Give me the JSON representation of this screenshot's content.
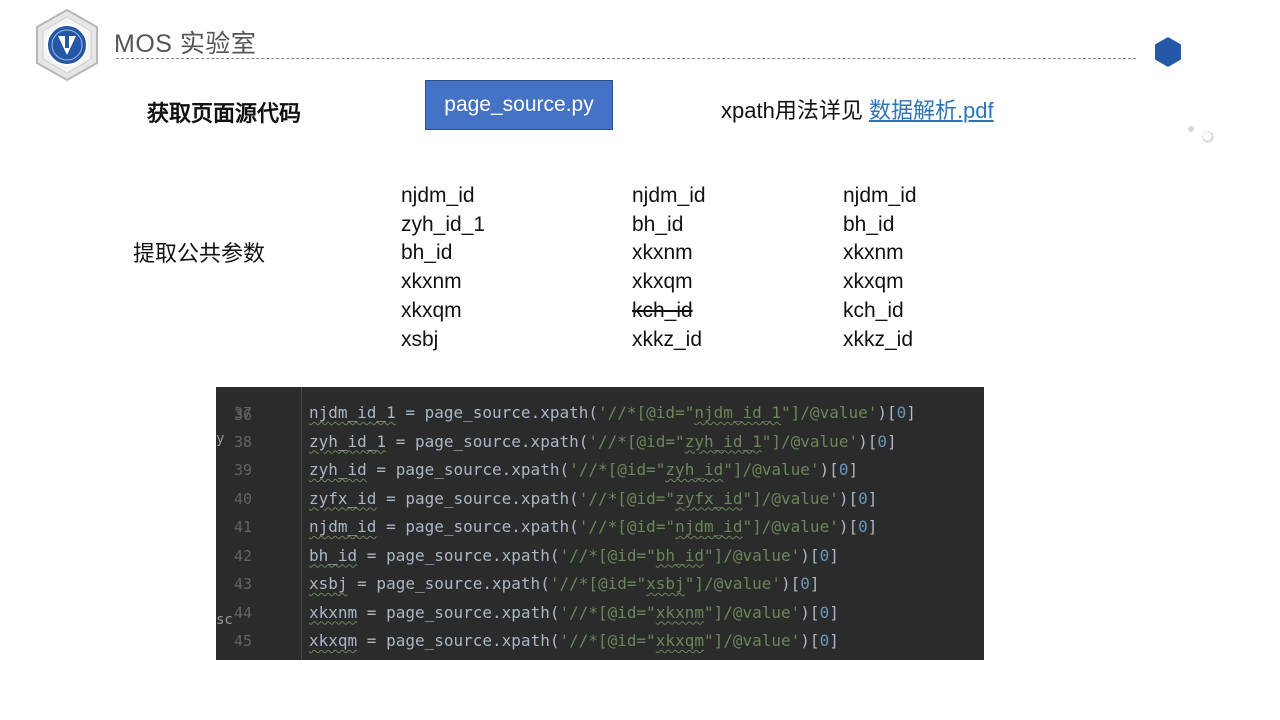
{
  "header": {
    "title": "MOS 实验室"
  },
  "section_get": {
    "label": "获取页面源代码",
    "file_button": "page_source.py",
    "note_prefix": "xpath用法详见 ",
    "note_link": "数据解析.pdf"
  },
  "section_params": {
    "label": "提取公共参数",
    "col1": [
      "njdm_id",
      "zyh_id_1",
      "bh_id",
      "xkxnm",
      "xkxqm",
      "xsbj"
    ],
    "col2": [
      "njdm_id",
      "bh_id",
      "xkxnm",
      "xkxqm",
      "kch_id",
      "xkkz_id"
    ],
    "col2_struck_index": 4,
    "col3": [
      "njdm_id",
      "bh_id",
      "xkxnm",
      "xkxqm",
      "kch_id",
      "xkkz_id"
    ]
  },
  "code": {
    "top_partial_line": "36",
    "lines": [
      {
        "n": "37",
        "var": "njdm_id_1",
        "id": "njdm_id_1"
      },
      {
        "n": "38",
        "var": "zyh_id_1",
        "id": "zyh_id_1"
      },
      {
        "n": "39",
        "var": "zyh_id",
        "id": "zyh_id"
      },
      {
        "n": "40",
        "var": "zyfx_id",
        "id": "zyfx_id"
      },
      {
        "n": "41",
        "var": "njdm_id",
        "id": "njdm_id"
      },
      {
        "n": "42",
        "var": "bh_id",
        "id": "bh_id"
      },
      {
        "n": "43",
        "var": "xsbj",
        "id": "xsbj"
      },
      {
        "n": "44",
        "var": "xkxnm",
        "id": "xkxnm"
      },
      {
        "n": "45",
        "var": "xkxqm",
        "id": "xkxqm"
      }
    ],
    "expr_mid": " = page_source.xpath(",
    "str_pre": "'//*[@id=\"",
    "str_post": "\"]/@value'",
    "close": ")[",
    "index": "0",
    "end": "]",
    "edge_marks": [
      "y",
      "sc"
    ]
  },
  "colors": {
    "accent": "#4472c4",
    "link": "#2e75b6",
    "code_bg": "#2b2b2b",
    "hex": "#2458a6"
  }
}
